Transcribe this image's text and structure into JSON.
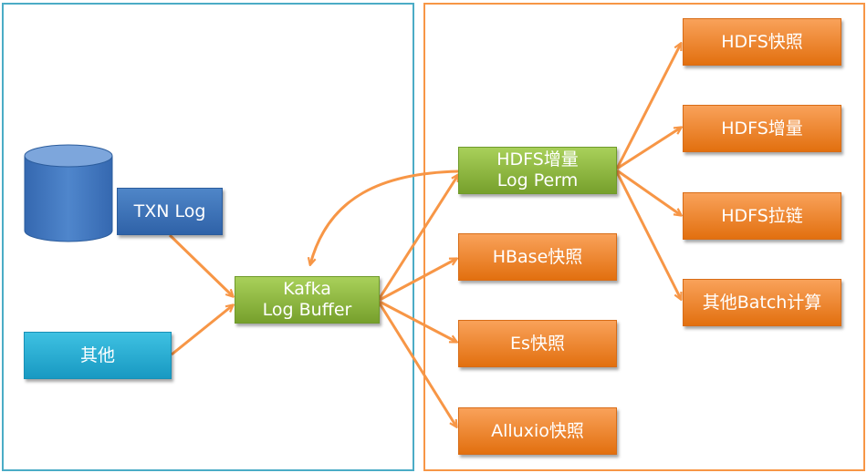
{
  "nodes": {
    "txn_log": "TXN Log",
    "other_source": "其他",
    "kafka": [
      "Kafka",
      "Log Buffer"
    ],
    "hdfs_incr_perm": [
      "HDFS增量",
      "Log Perm"
    ],
    "hbase_snapshot": "HBase快照",
    "es_snapshot": "Es快照",
    "alluxio_snapshot": "Alluxio快照",
    "hdfs_snapshot": "HDFS快照",
    "hdfs_incremental": "HDFS增量",
    "hdfs_zipper": "HDFS拉链",
    "other_batch": "其他Batch计算"
  },
  "colors": {
    "left_panel_border": "#4bacc6",
    "right_panel_border": "#f79646",
    "arrow": "#f79646",
    "orange_box": "#f0842a",
    "green_box": "#8ebd3f",
    "blue_box": "#3a72b8",
    "cyan_box": "#28aed4"
  },
  "icons": {
    "database": "database-cylinder-icon"
  }
}
